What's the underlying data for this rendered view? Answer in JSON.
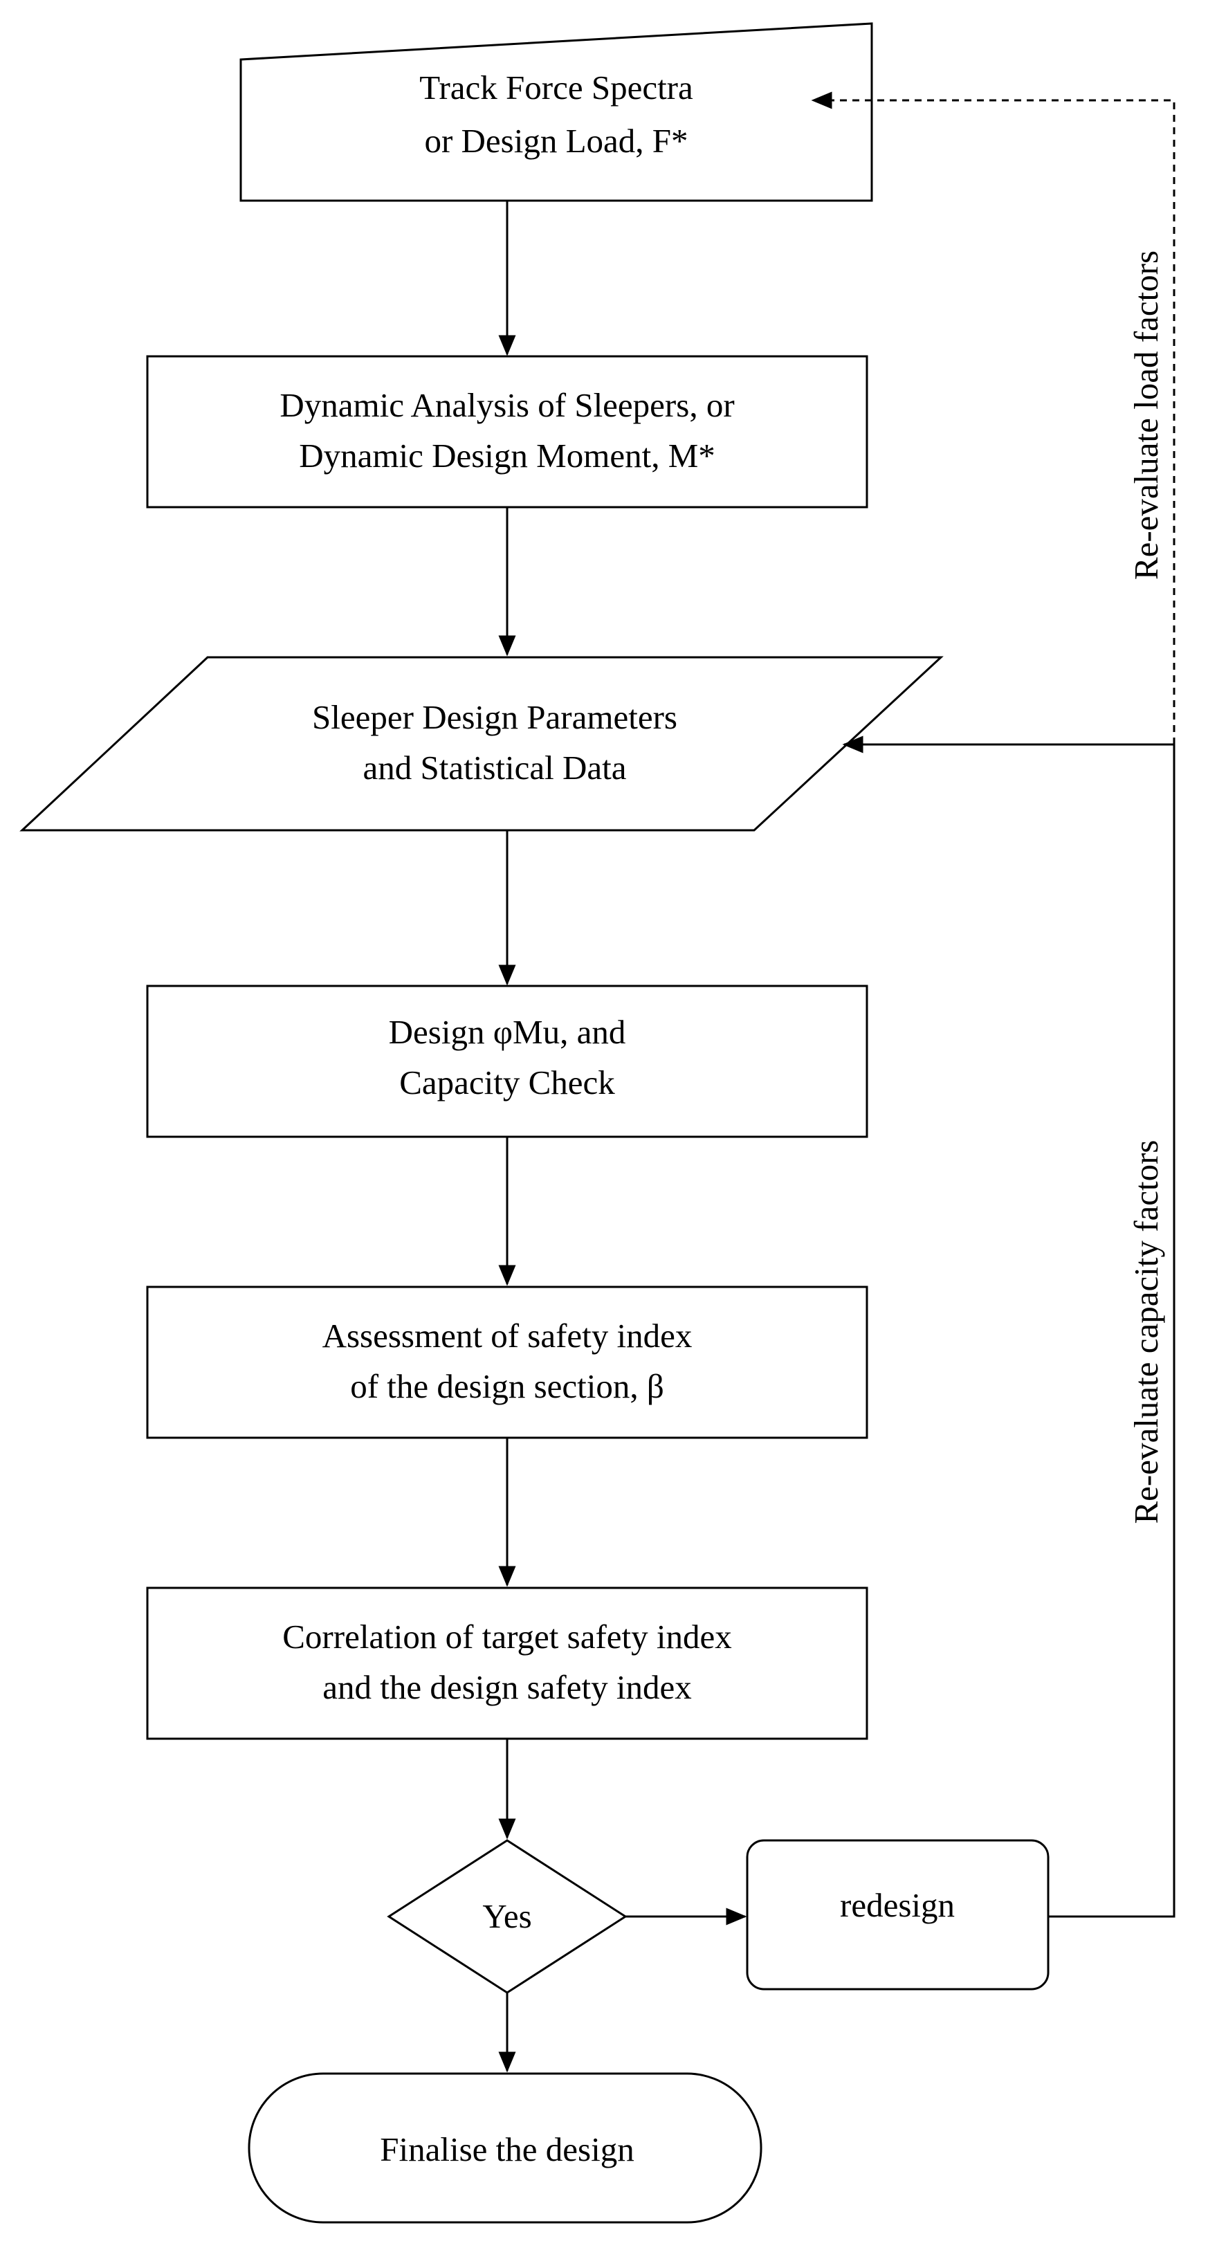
{
  "nodes": {
    "track_force": {
      "line1": "Track Force Spectra",
      "line2": "or Design Load, F*"
    },
    "dynamic_analysis": {
      "line1": "Dynamic Analysis of Sleepers, or",
      "line2": "Dynamic Design Moment, M*"
    },
    "sleeper_parameters": {
      "line1": "Sleeper Design Parameters",
      "line2": "and Statistical Data"
    },
    "capacity_check": {
      "line1": "Design φMu, and",
      "line2": "Capacity Check"
    },
    "safety_assessment": {
      "line1": "Assessment of safety index",
      "line2": "of the design section, β"
    },
    "correlation": {
      "line1": "Correlation of target safety index",
      "line2": "and the design safety index"
    },
    "decision": {
      "label": "Yes"
    },
    "redesign": {
      "label": "redesign"
    },
    "finalise": {
      "label": "Finalise the design"
    }
  },
  "feedback": {
    "load_factors": "Re-evaluate load factors",
    "capacity_factors": "Re-evaluate capacity factors"
  }
}
